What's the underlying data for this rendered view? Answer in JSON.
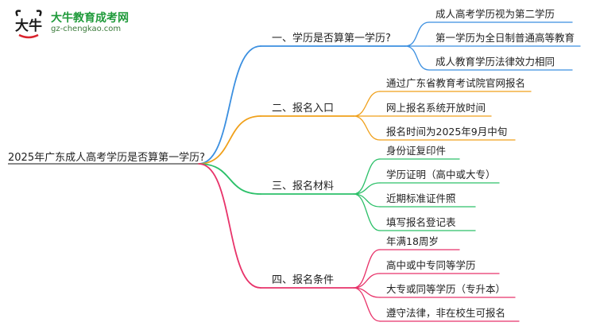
{
  "logo": {
    "title": "大牛教育成考网",
    "url": "gz-chengkao.com",
    "mark_text": "大牛"
  },
  "root": {
    "text": "2025年广东成人高考学历是否算第一学历?"
  },
  "branches": [
    {
      "text": "一、学历是否算第一学历?",
      "color": "#3b8fe0",
      "leaves": [
        "成人高考学历视为第二学历",
        "第一学历为全日制普通高等教育",
        "成人教育学历法律效力相同"
      ]
    },
    {
      "text": "二、报名入口",
      "color": "#f0a01a",
      "leaves": [
        "通过广东省教育考试院官网报名",
        "网上报名系统开放时间",
        "报名时间为2025年9月中旬"
      ]
    },
    {
      "text": "三、报名材料",
      "color": "#2cc069",
      "leaves": [
        "身份证复印件",
        "学历证明（高中或大专）",
        "近期标准证件照",
        "填写报名登记表"
      ]
    },
    {
      "text": "四、报名条件",
      "color": "#e8336a",
      "leaves": [
        "年满18周岁",
        "高中或中专同等学历",
        "大专或同等学历（专升本）",
        "遵守法律，非在校生可报名"
      ]
    }
  ]
}
